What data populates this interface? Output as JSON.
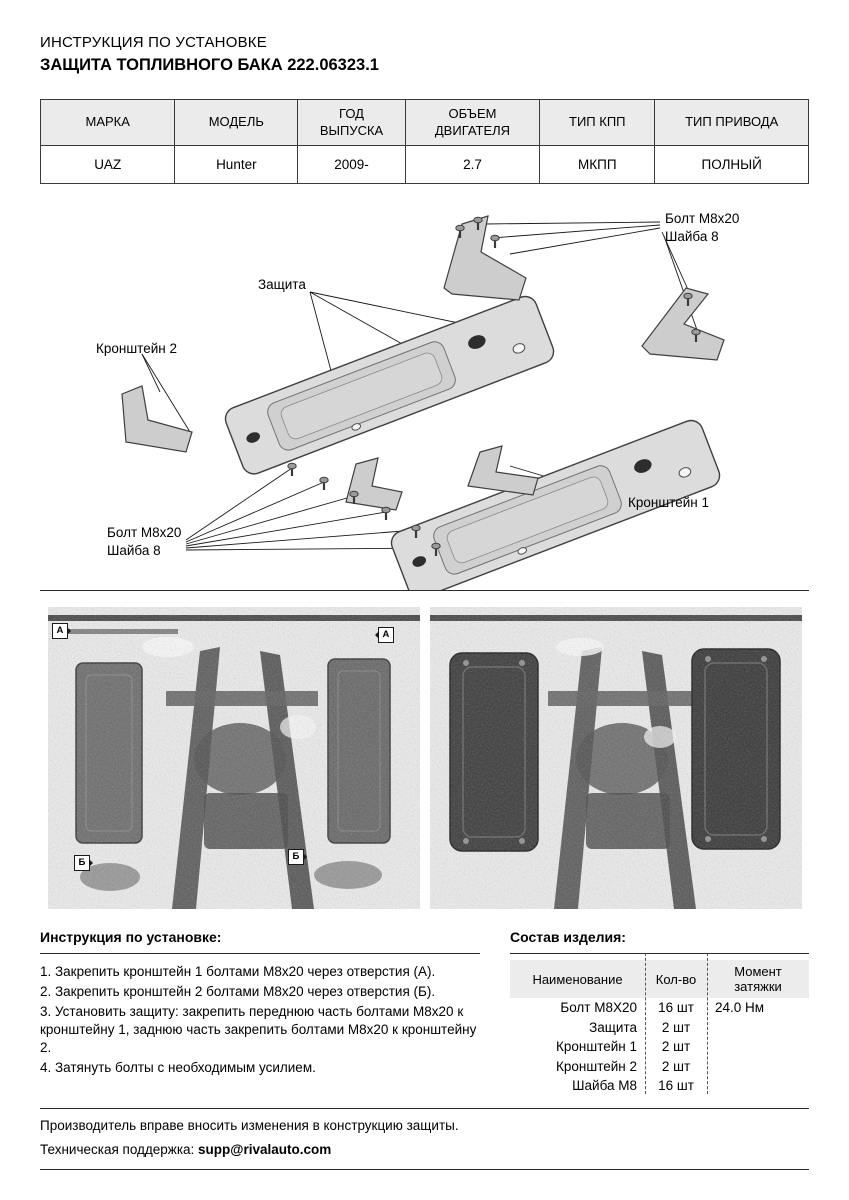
{
  "doc": {
    "title_line1": "ИНСТРУКЦИЯ ПО УСТАНОВКЕ",
    "title_line2": "ЗАЩИТА ТОПЛИВНОГО БАКА 222.06323.1"
  },
  "spec_table": {
    "headers": [
      "МАРКА",
      "МОДЕЛЬ",
      "ГОД ВЫПУСКА",
      "ОБЪЕМ ДВИГАТЕЛЯ",
      "ТИП КПП",
      "ТИП ПРИВОДА"
    ],
    "row": [
      "UAZ",
      "Hunter",
      "2009-",
      "2.7",
      "МКПП",
      "ПОЛНЫЙ"
    ]
  },
  "diagram": {
    "labels": {
      "bolt_top": "Болт М8х20",
      "washer_top": "Шайба 8",
      "shield": "Защита",
      "bracket2": "Кронштейн 2",
      "bracket1": "Кронштейн 1",
      "bolt_bottom": "Болт М8х20",
      "washer_bottom": "Шайба 8"
    }
  },
  "photos": {
    "markers": [
      "А",
      "А",
      "Б",
      "Б"
    ]
  },
  "instructions": {
    "title": "Инструкция по установке:",
    "steps": [
      "1. Закрепить кронштейн 1 болтами М8х20 через отверстия (А).",
      "2. Закрепить кронштейн 2 болтами М8х20 через отверстия (Б).",
      "3. Установить защиту: закрепить переднюю часть болтами М8х20 к кронштейну 1, заднюю часть закрепить болтами М8х20 к кронштейну 2.",
      "4. Затянуть болты с необходимым усилием."
    ]
  },
  "parts": {
    "title": "Состав изделия:",
    "headers": [
      "Наименование",
      "Кол-во",
      "Момент затяжки"
    ],
    "rows": [
      {
        "name": "Болт М8Х20",
        "qty": "16 шт",
        "torque": "24.0 Нм"
      },
      {
        "name": "Защита",
        "qty": "2 шт",
        "torque": ""
      },
      {
        "name": "Кронштейн 1",
        "qty": "2 шт",
        "torque": ""
      },
      {
        "name": "Кронштейн 2",
        "qty": "2 шт",
        "torque": ""
      },
      {
        "name": "Шайба М8",
        "qty": "16 шт",
        "torque": ""
      }
    ]
  },
  "footer": {
    "line1": "Производитель вправе вносить изменения в конструкцию защиты.",
    "support_label": "Техническая поддержка: ",
    "support_email": "supp@rivalauto.com"
  }
}
